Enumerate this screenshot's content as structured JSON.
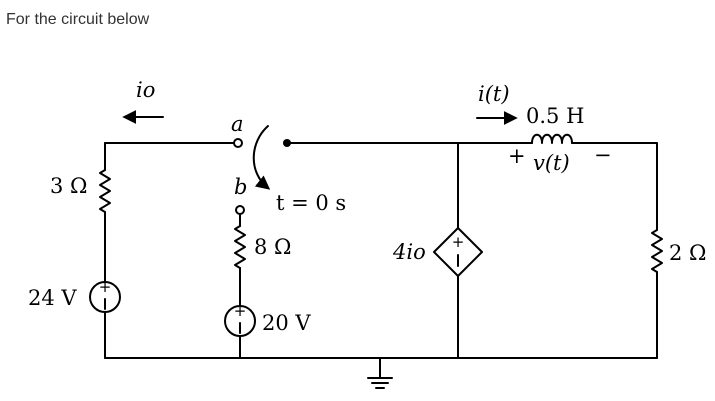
{
  "intro_text": "For the circuit below",
  "labels": {
    "i_o": "io",
    "node_a": "a",
    "node_b": "b",
    "switch_time": "t = 0 s",
    "r_left": "3 Ω",
    "r_middle": "8 Ω",
    "r_right": "2 Ω",
    "v_left": "24 V",
    "v_middle": "20 V",
    "dep_source": "4io",
    "current_it": "i(t)",
    "inductor": "0.5 H",
    "vt": "v(t)",
    "plus": "+",
    "minus": "−"
  }
}
